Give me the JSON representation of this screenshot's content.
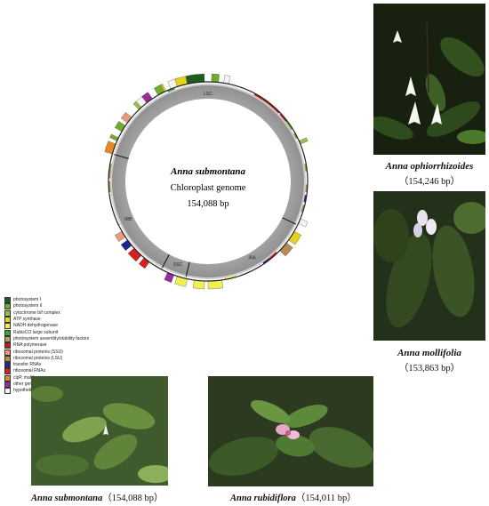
{
  "genome_map": {
    "center_species": "Anna submontana",
    "center_subtitle": "Chloroplast genome",
    "center_length": "154,088 bp",
    "region_labels": {
      "lsc": "LSC",
      "ira": "IRA",
      "irb": "IRB",
      "ssc": "SSC"
    },
    "gene_colors": {
      "ps1": "#1f5d1f",
      "ps2": "#6fae2c",
      "cytb": "#98c145",
      "atp": "#e6d21e",
      "ndh": "#f2ef54",
      "rbcl": "#3aa43a",
      "assembly": "#a9a45e",
      "rnapol": "#c11c1c",
      "rps": "#e89b7b",
      "rpl": "#b88a52",
      "trna": "#23258e",
      "rrna": "#d32020",
      "clpp": "#e9852a",
      "other": "#9a2d9e",
      "ycf": "#f4f4f4"
    }
  },
  "legend": [
    {
      "label": "photosystem I",
      "color": "#1f5d1f"
    },
    {
      "label": "photosystem II",
      "color": "#6fae2c"
    },
    {
      "label": "cytochrome b/f complex",
      "color": "#98c145"
    },
    {
      "label": "ATP synthase",
      "color": "#e6d21e"
    },
    {
      "label": "NADH dehydrogenase",
      "color": "#f2ef54"
    },
    {
      "label": "RubisCO large subunit",
      "color": "#3aa43a"
    },
    {
      "label": "photosystem assembly/stability factors",
      "color": "#a9a45e"
    },
    {
      "label": "RNA polymerase",
      "color": "#c11c1c"
    },
    {
      "label": "ribosomal proteins (SSU)",
      "color": "#e89b7b"
    },
    {
      "label": "ribosomal proteins (LSU)",
      "color": "#b88a52"
    },
    {
      "label": "transfer RNAs",
      "color": "#23258e"
    },
    {
      "label": "ribosomal RNAs",
      "color": "#d32020"
    },
    {
      "label": "clpP, matK",
      "color": "#e9852a"
    },
    {
      "label": "other genes",
      "color": "#9a2d9e"
    },
    {
      "label": "hypothetical chloroplast reading frames (ycf)",
      "color": "#f4f4f4"
    }
  ],
  "photos": [
    {
      "species": "Anna ophiorrhizoides",
      "length": "（154,246 bp）"
    },
    {
      "species": "Anna mollifolia",
      "length": "（153,863 bp）"
    },
    {
      "species": "Anna submontana",
      "length": "（154,088 bp）"
    },
    {
      "species": "Anna rubidiflora",
      "length": "（154,011 bp）"
    }
  ]
}
